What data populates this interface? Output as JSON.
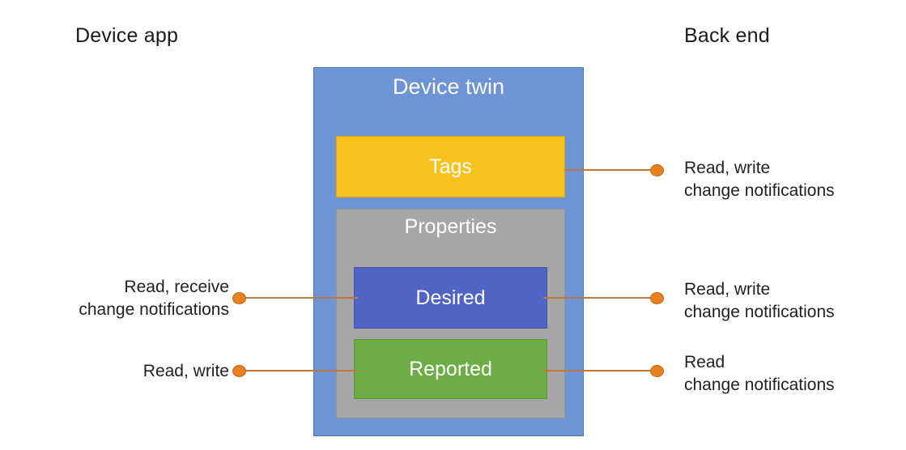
{
  "diagram": {
    "title": "Device twin",
    "columns": {
      "left_heading": "Device app",
      "right_heading": "Back end"
    },
    "boxes": {
      "device_twin": {
        "label": "Device twin",
        "color": "#6D94D4"
      },
      "tags": {
        "label": "Tags",
        "color": "#F9C11C"
      },
      "properties": {
        "label": "Properties",
        "color": "#A6A6A6"
      },
      "desired": {
        "label": "Desired",
        "color": "#4F64C4"
      },
      "reported": {
        "label": "Reported",
        "color": "#6CAE45"
      }
    },
    "connector_color": "#E8821E",
    "annotations": {
      "device_app": {
        "desired": {
          "line1": "Read, receive",
          "line2": "change notifications"
        },
        "reported": {
          "line1": "Read, write",
          "line2": ""
        }
      },
      "back_end": {
        "tags": {
          "line1": "Read, write",
          "line2": "change notifications"
        },
        "desired": {
          "line1": "Read, write",
          "line2": "change notifications"
        },
        "reported": {
          "line1": "Read",
          "line2": "change notifications"
        }
      }
    }
  }
}
